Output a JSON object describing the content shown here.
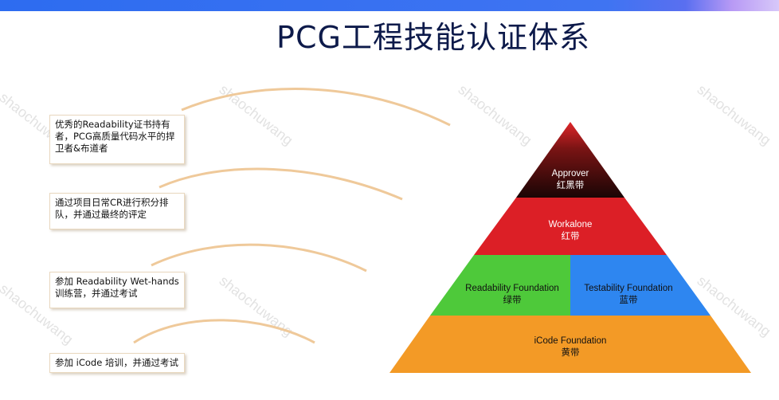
{
  "title": "PCG工程技能认证体系",
  "watermark": "shaochuwang",
  "boxes": [
    "优秀的Readability证书持有者，PCG高质量代码水平的捍卫者&布道者",
    "通过项目日常CR进行积分排队，并通过最终的评定",
    "参加 Readability Wet-hands 训练营，并通过考试",
    "参加 iCode 培训，并通过考试"
  ],
  "pyramid": {
    "approver": {
      "name": "Approver",
      "belt": "红黑带"
    },
    "workalone": {
      "name": "Workalone",
      "belt": "红带"
    },
    "readability": {
      "name": "Readability Foundation",
      "belt": "绿带"
    },
    "testability": {
      "name": "Testability Foundation",
      "belt": "蓝带"
    },
    "icode": {
      "name": "iCode Foundation",
      "belt": "黄带"
    }
  },
  "colors": {
    "approver": "#3a0a0a",
    "workalone": "#dc1f26",
    "readability": "#4ec93a",
    "testability": "#2e86f0",
    "icode": "#f39a26",
    "curve": "#efc99a"
  }
}
